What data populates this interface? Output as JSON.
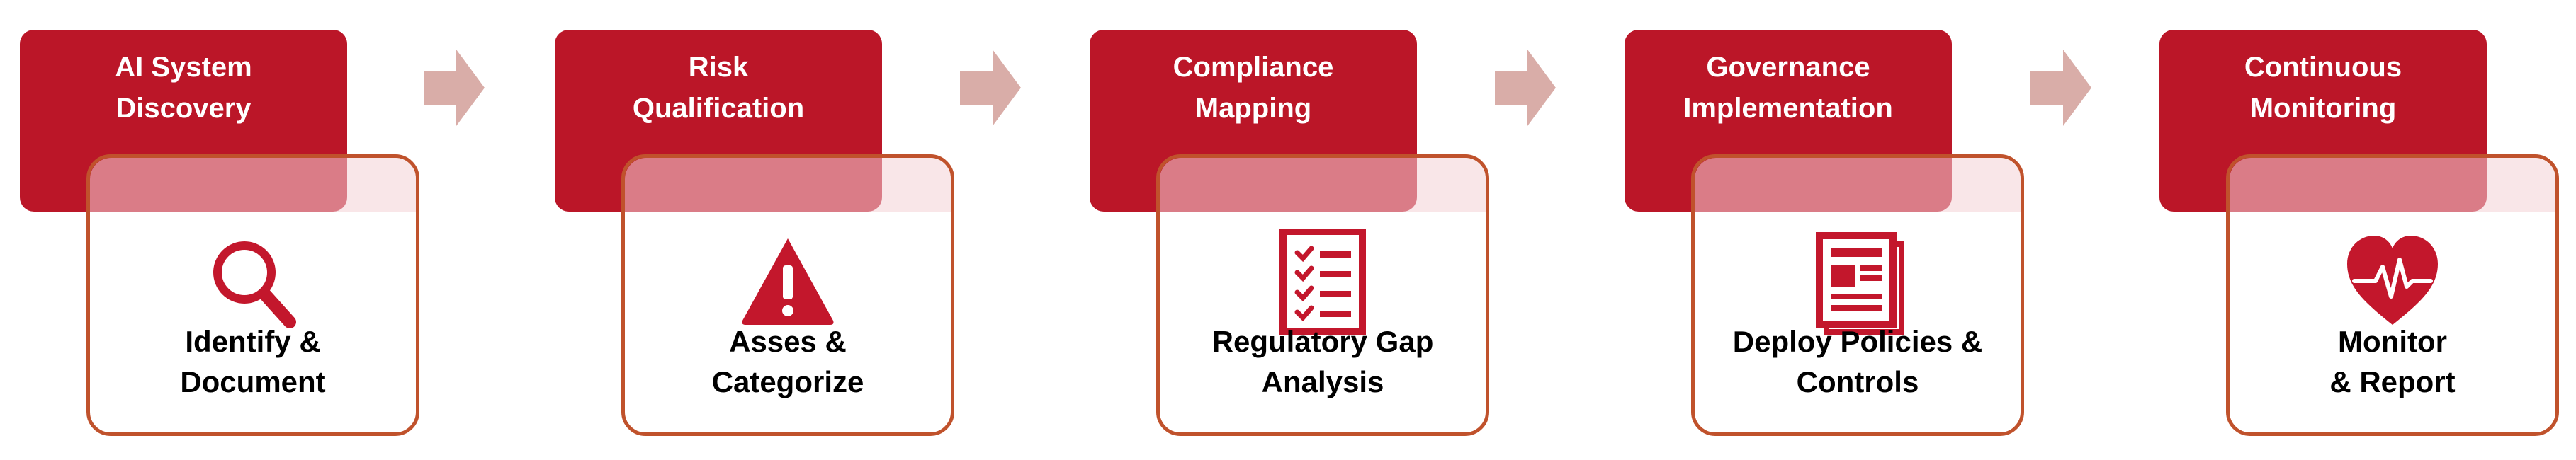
{
  "diagram": {
    "colors": {
      "header_fill": "#BB1628",
      "card_border": "#C0522C",
      "arrow": "#D9ADA8",
      "icon": "#C3172C"
    },
    "steps": [
      {
        "title_lines": [
          "AI System",
          "Discovery"
        ],
        "icon": "magnifier-icon",
        "body_lines": [
          "Identify &",
          "Document"
        ]
      },
      {
        "title_lines": [
          "Risk",
          "Qualification"
        ],
        "icon": "warning-triangle-icon",
        "body_lines": [
          "Asses &",
          "Categorize"
        ]
      },
      {
        "title_lines": [
          "Compliance",
          "Mapping"
        ],
        "icon": "checklist-icon",
        "body_lines": [
          "Regulatory Gap",
          "Analysis"
        ]
      },
      {
        "title_lines": [
          "Governance",
          "Implementation"
        ],
        "icon": "newspaper-icon",
        "body_lines": [
          "Deploy Policies &",
          "Controls"
        ]
      },
      {
        "title_lines": [
          "Continuous",
          "Monitoring"
        ],
        "icon": "heartbeat-icon",
        "body_lines": [
          "Monitor",
          "& Report"
        ]
      }
    ]
  }
}
